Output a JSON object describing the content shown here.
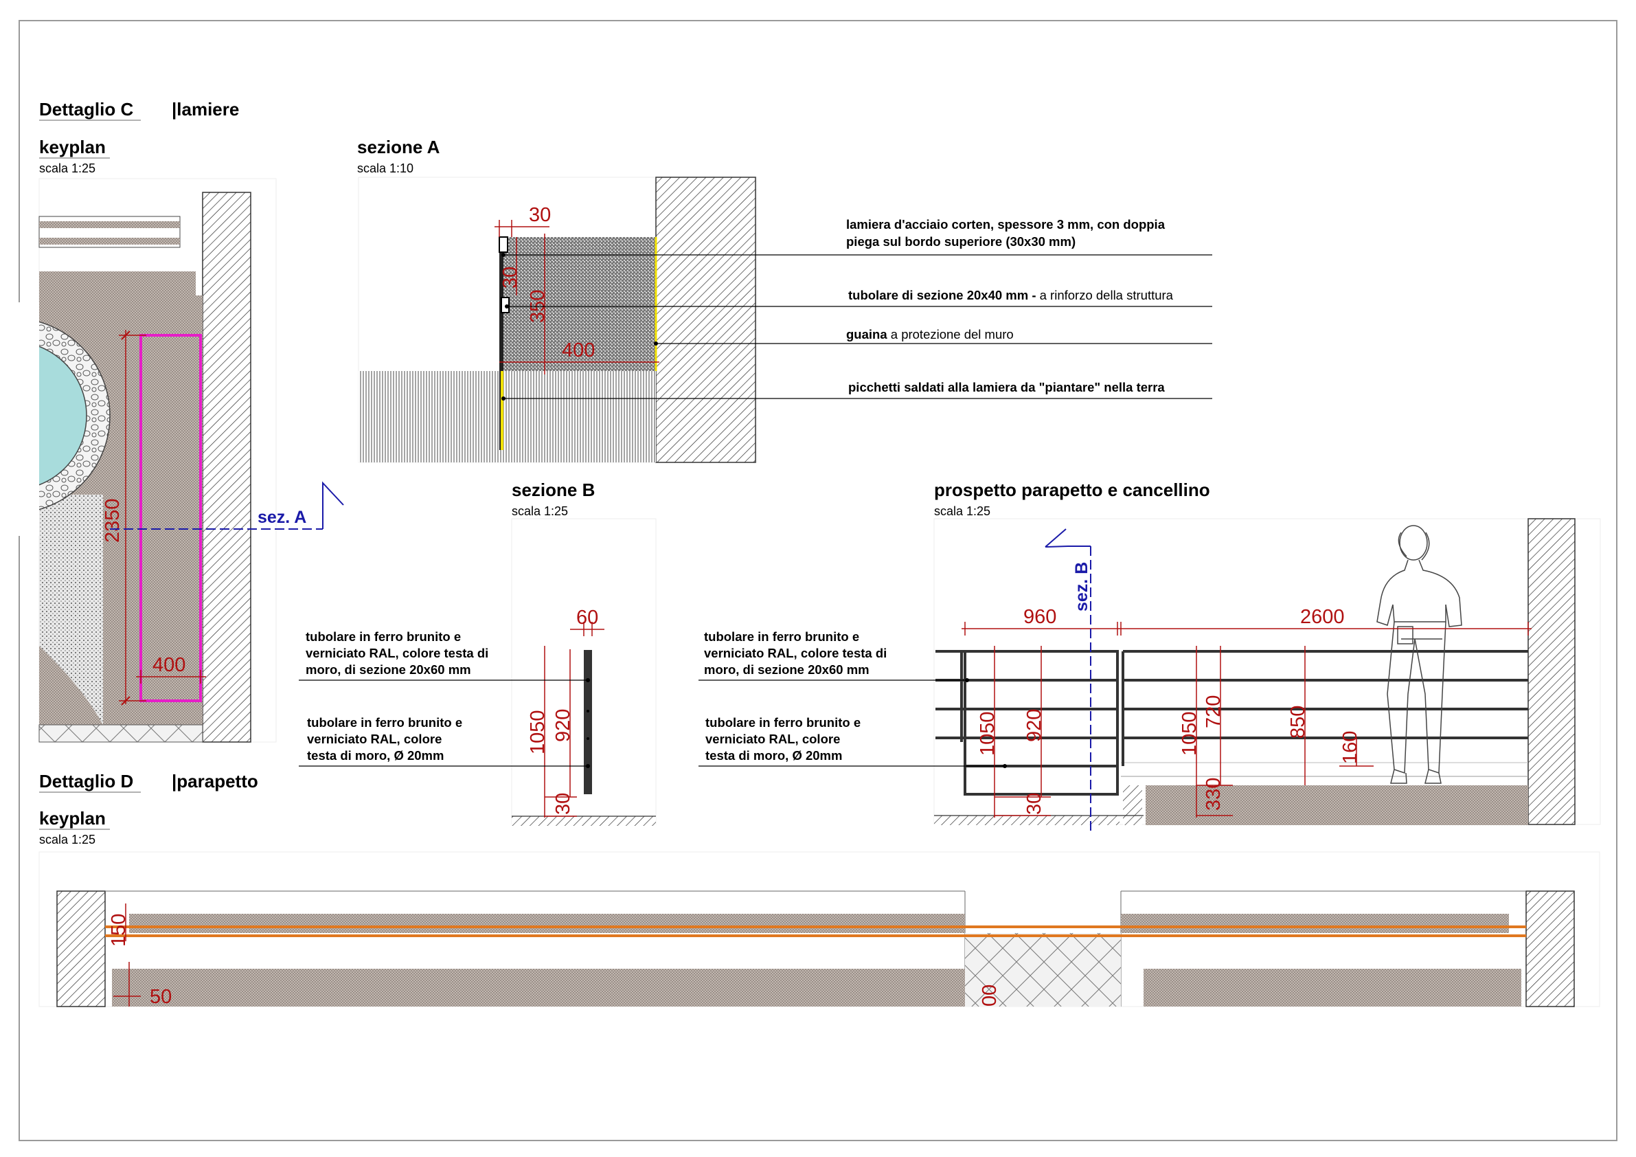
{
  "colors": {
    "dimension": "#b01010",
    "section_marker": "#1a1aa8",
    "highlight": "#e61ec8",
    "membrane": "#f0e000",
    "handrail": "#e07820",
    "water": "#a8dcdc"
  },
  "detail_c": {
    "title": "Dettaglio C",
    "subtitle": "|lamiere",
    "keyplan": {
      "title": "keyplan",
      "scale": "scala 1:25",
      "dim_height": "2350",
      "dim_width": "400",
      "section_marker": "sez. A"
    },
    "sezione_a": {
      "title": "sezione A",
      "scale": "scala 1:10",
      "dims": {
        "top": "30",
        "fold": "30",
        "depth": "350",
        "embed": "400"
      },
      "notes": [
        {
          "bold": "lamiera d'acciaio corten, spessore 3 mm, con doppia",
          "rest": ""
        },
        {
          "bold": "piega sul bordo superiore (30x30 mm)",
          "rest": ""
        },
        {
          "bold": "tubolare di sezione 20x40 mm -",
          "rest": " a rinforzo della struttura"
        },
        {
          "bold": "guaina",
          "rest": " a protezione del muro"
        },
        {
          "bold": "picchetti saldati alla lamiera da \"piantare\" nella terra",
          "rest": ""
        }
      ]
    }
  },
  "sezione_b": {
    "title": "sezione B",
    "scale": "scala 1:25",
    "dims": {
      "width": "60",
      "total": "1050",
      "rails": "920",
      "base": "30"
    },
    "notes": [
      [
        "tubolare in ferro brunito e",
        "verniciato RAL, colore testa di",
        "moro, di sezione 20x60 mm"
      ],
      [
        "tubolare in ferro brunito e",
        "verniciato RAL, colore",
        "testa di moro, Ø 20mm"
      ]
    ]
  },
  "prospetto": {
    "title": "prospetto parapetto e cancellino",
    "scale": "scala 1:25",
    "section_marker": "sez. B",
    "dims": {
      "gate_width": "960",
      "rail_width": "2600",
      "gate_total": "1050",
      "gate_rails": "920",
      "gate_base": "30",
      "rail_total": "1050",
      "rail_720": "720",
      "rail_850": "850",
      "rail_160": "160",
      "rail_330": "330"
    },
    "notes": [
      [
        "tubolare in ferro brunito e",
        "verniciato RAL, colore testa di",
        "moro, di sezione 20x60 mm"
      ],
      [
        "tubolare in ferro brunito e",
        "verniciato RAL, colore",
        "testa di moro, Ø 20mm"
      ]
    ]
  },
  "detail_d": {
    "title": "Dettaglio D",
    "subtitle": "|parapetto",
    "keyplan": {
      "title": "keyplan",
      "scale": "scala 1:25",
      "dims": {
        "d150": "150",
        "d50": "50",
        "d00": "00"
      }
    }
  }
}
